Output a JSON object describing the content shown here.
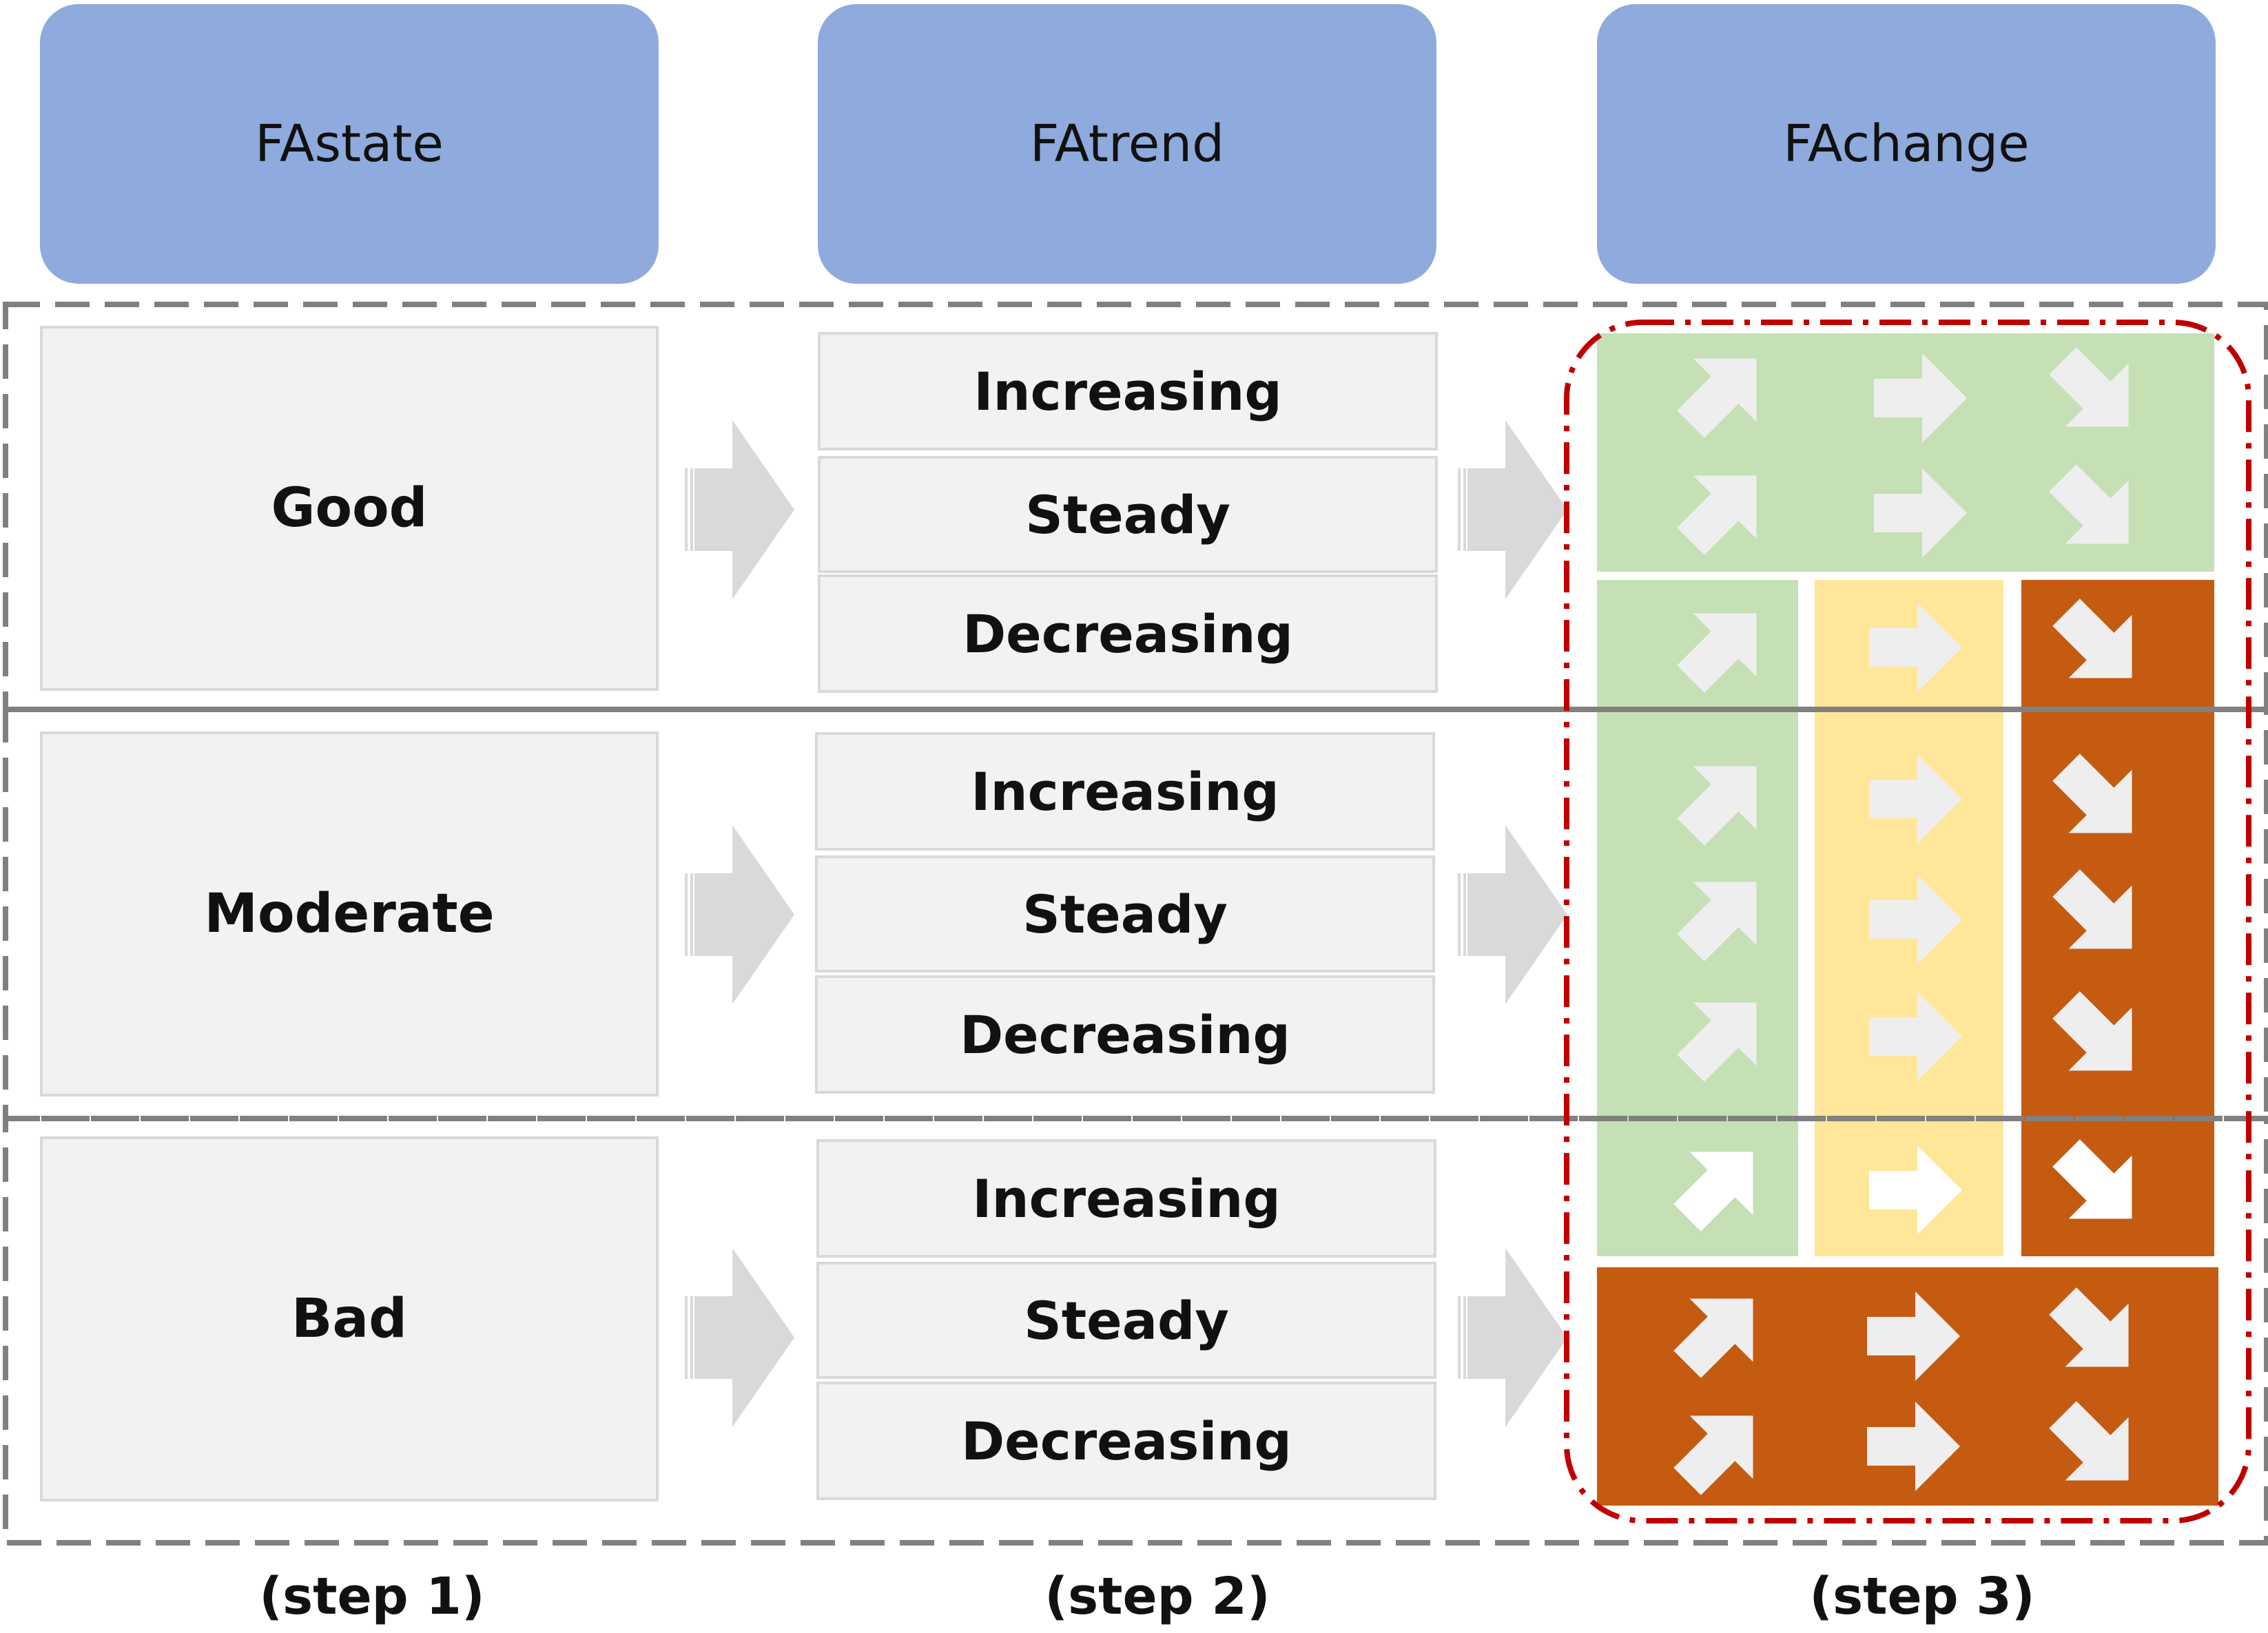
{
  "headers": [
    "FAstate",
    "FAtrend",
    "FAchange"
  ],
  "states": [
    "Good",
    "Moderate",
    "Bad"
  ],
  "trends": [
    [
      "Increasing",
      "Steady",
      "Decreasing"
    ],
    [
      "Increasing",
      "Steady",
      "Decreasing"
    ],
    [
      "Increasing",
      "Steady",
      "Decreasing"
    ]
  ],
  "steps": [
    "(step 1)",
    "(step 2)",
    "(step 3)"
  ],
  "colors": {
    "header": "#8faadc",
    "cell": "#f2f2f2",
    "improving": "#c5e0b4",
    "stable": "#ffe699",
    "deteriorating": "#c55a11",
    "dash_box": "#808080",
    "highlight": "#c00000"
  },
  "icons": [
    "arrow-up-right-icon",
    "arrow-right-icon",
    "arrow-down-right-icon",
    "flow-arrow-icon"
  ]
}
